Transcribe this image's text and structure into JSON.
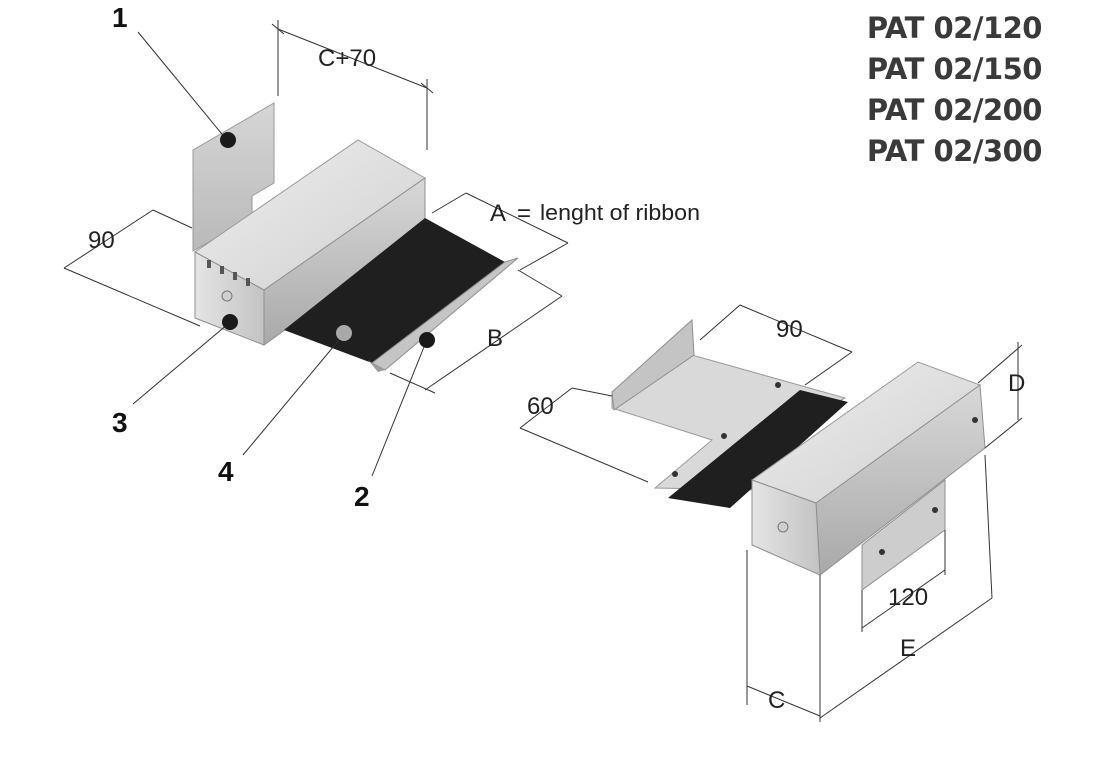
{
  "product_codes": [
    "PAT 02/120",
    "PAT 02/150",
    "PAT 02/200",
    "PAT 02/300"
  ],
  "callouts": {
    "one": "1",
    "two": "2",
    "three": "3",
    "four": "4"
  },
  "dimensions": {
    "c_plus_70": "C+70",
    "a_eq": "A",
    "equals": "=",
    "a_desc": "lenght of ribbon",
    "left_90": "90",
    "b": "B",
    "right_90": "90",
    "sixty": "60",
    "d": "D",
    "one_twenty": "120",
    "e": "E",
    "c": "C"
  },
  "colors": {
    "metal_light": "#e6e6e6",
    "metal_mid": "#c9c9c9",
    "metal_dark": "#a7a7a7",
    "ribbon": "#1f1f1f",
    "dimension_line": "#333333",
    "marker_dark": "#1a1a1a",
    "marker_grey": "#a9a9a9"
  }
}
